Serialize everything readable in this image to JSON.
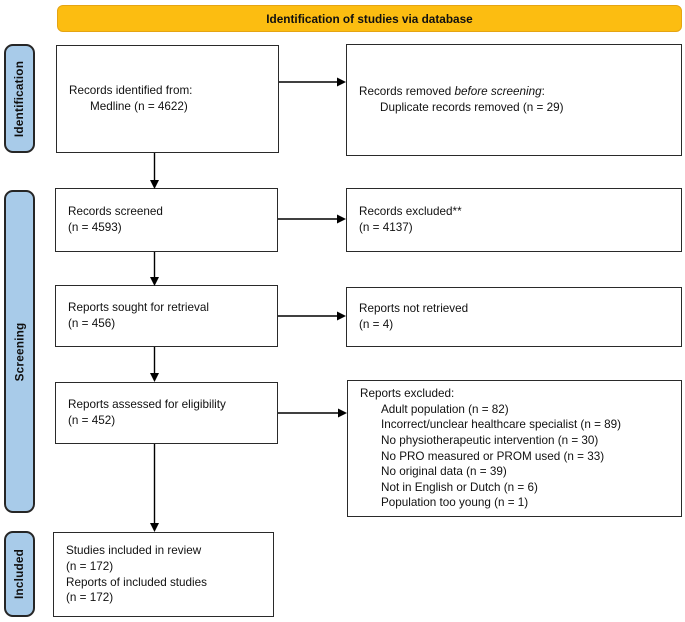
{
  "banner": {
    "title": "Identification of studies via database"
  },
  "side_labels": {
    "identification": "Identification",
    "screening": "Screening",
    "included": "Included"
  },
  "flow": {
    "records_identified": {
      "line1": "Records identified from:",
      "line2": "Medline (n = 4622)"
    },
    "records_removed": {
      "prefix": "Records removed ",
      "italic": "before screening",
      "suffix": ":",
      "line2": "Duplicate records removed  (n = 29)"
    },
    "records_screened": {
      "line1": "Records screened",
      "line2": "(n = 4593)"
    },
    "records_excluded": {
      "line1": "Records excluded**",
      "line2": "(n = 4137)"
    },
    "reports_sought": {
      "line1": "Reports sought for retrieval",
      "line2": "(n = 456)"
    },
    "reports_not_retrieved": {
      "line1": "Reports not retrieved",
      "line2": "(n = 4)"
    },
    "reports_assessed": {
      "line1": "Reports assessed for eligibility",
      "line2": "(n = 452)"
    },
    "reports_excluded": {
      "title": "Reports excluded:",
      "items": [
        "Adult population (n = 82)",
        "Incorrect/unclear healthcare specialist (n = 89)",
        "No physiotherapeutic intervention (n = 30)",
        "No PRO measured or PROM used (n = 33)",
        "No original data (n = 39)",
        "Not in English or Dutch (n = 6)",
        "Population too young (n = 1)"
      ]
    },
    "studies_included": {
      "line1": "Studies included in review",
      "line2": "(n = 172)",
      "line3": "Reports of included studies",
      "line4": "(n = 172)"
    }
  },
  "colors": {
    "banner_bg": "#FCBD11",
    "side_label_bg": "#A8CBE9",
    "box_border": "#2A2A2A",
    "text": "#111111"
  }
}
